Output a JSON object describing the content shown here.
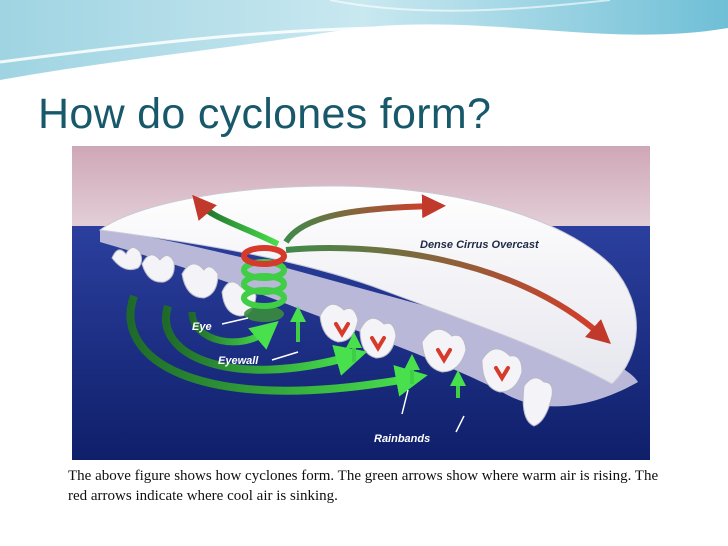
{
  "slide": {
    "title": "How do cyclones form?",
    "caption": "The above figure shows how cyclones form. The green arrows show where warm air is rising. The red arrows indicate where cool air is sinking."
  },
  "figure": {
    "labels": {
      "dense_cirrus": "Dense Cirrus Overcast",
      "eye": "Eye",
      "eyewall": "Eyewall",
      "rainbands": "Rainbands"
    }
  },
  "colors": {
    "title": "#17596b",
    "ocean_top": "#2b3f9e",
    "ocean_bottom": "#0f1f6a",
    "sky_top": "#cfa7b6",
    "warm_arrow": "#2fbf3a",
    "cool_arrow": "#d63a2a"
  }
}
